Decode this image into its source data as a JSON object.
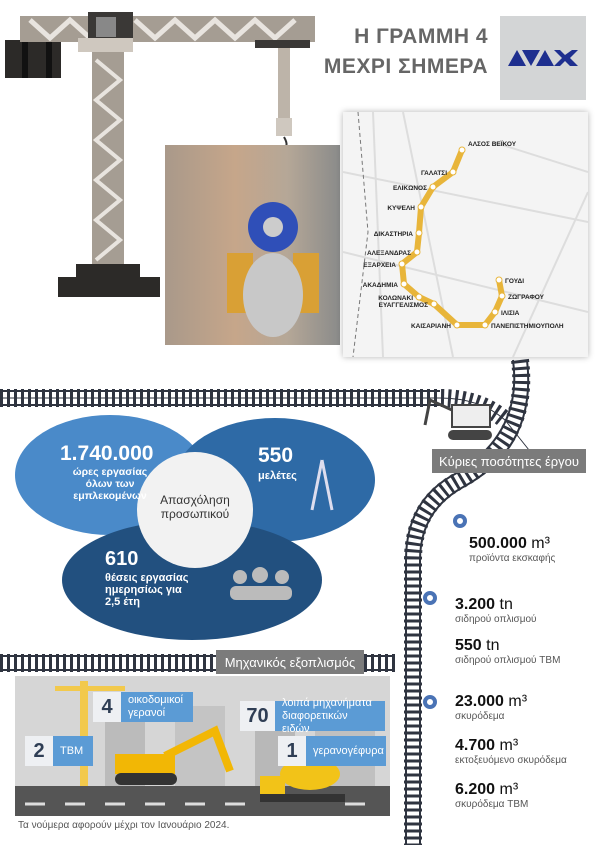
{
  "header": {
    "title_line1": "Η ΓΡΑΜΜΗ 4",
    "title_line2": "ΜΕΧΡΙ ΣΗΜΕΡΑ",
    "logo": "AVAX"
  },
  "map": {
    "line_color": "#e8b53a",
    "stations": [
      "ΑΛΣΟΣ ΒΕΪΚΟΥ",
      "ΓΑΛΑΤΣΙ",
      "ΕΛΙΚΩΝΟΣ",
      "ΚΥΨΕΛΗ",
      "ΔΙΚΑΣΤΗΡΙΑ",
      "ΑΛΕΞΑΝΔΡΑΣ",
      "ΕΞΑΡΧΕΙΑ",
      "ΑΚΑΔΗΜΙΑ",
      "ΚΟΛΩΝΑΚΙ",
      "ΕΥΑΓΓΕΛΙΣΜΟΣ",
      "ΚΑΙΣΑΡΙΑΝΗ",
      "ΠΑΝΕΠΙΣΤΗΜΙΟΥΠΟΛΗ",
      "ΙΛΙΣΙΑ",
      "ΖΩΓΡΑΦΟΥ",
      "ΓΟΥΔΙ"
    ]
  },
  "staff": {
    "center": "Απασχόληση προσωπικού",
    "hours": {
      "value": "1.740.000",
      "label": "ώρες εργασίας όλων των εμπλεκομένων"
    },
    "studies": {
      "value": "550",
      "label": "μελέτες"
    },
    "jobs": {
      "value": "610",
      "label": "θέσεις εργασίας ημερησίως για 2,5 έτη"
    },
    "colors": [
      "#4a8ac9",
      "#2e6aa6",
      "#22507f"
    ]
  },
  "quantities": {
    "title": "Κύριες ποσότητες έργου",
    "items": [
      {
        "value": "500.000",
        "unit": "m³",
        "label": "προϊόντα εκσκαφής"
      },
      {
        "value": "3.200",
        "unit": "tn",
        "label": "σιδηρού οπλισμού"
      },
      {
        "value": "550",
        "unit": "tn",
        "label": "σιδηρού οπλισμού TBM"
      },
      {
        "value": "23.000",
        "unit": "m³",
        "label": "σκυρόδεμα"
      },
      {
        "value": "4.700",
        "unit": "m³",
        "label": "εκτοξευόμενο σκυρόδεμα"
      },
      {
        "value": "6.200",
        "unit": "m³",
        "label": "σκυρόδεμα TBM"
      }
    ]
  },
  "equipment": {
    "title": "Μηχανικός εξοπλισμός",
    "items": [
      {
        "num": "4",
        "label": "οικοδομικοί γερανοί"
      },
      {
        "num": "70",
        "label": "λοιπά μηχανήματα διαφορετικών ειδών"
      },
      {
        "num": "2",
        "label": "TBM"
      },
      {
        "num": "1",
        "label": "γερανογέφυρα"
      }
    ]
  },
  "footnote": "Τα νούμερα αφορούν μέχρι τον Ιανουάριο 2024."
}
